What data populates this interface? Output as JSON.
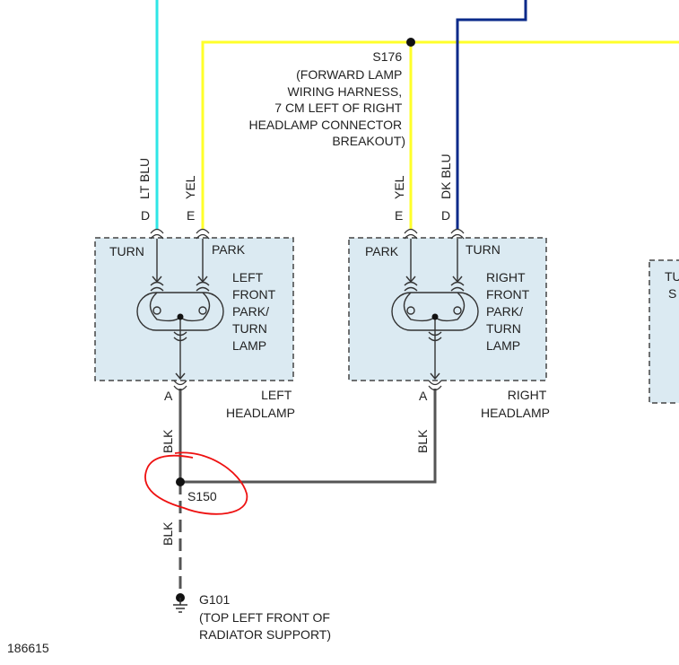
{
  "colors": {
    "lt_blu": "#2ee6e6",
    "yel": "#ffff2a",
    "dk_blu": "#0a2a8a",
    "blk": "#555555",
    "box_fill": "#dbeaf2",
    "box_border": "#444444",
    "annotation": "#ee1111"
  },
  "splice_s176": {
    "id": "S176",
    "desc": [
      "(FORWARD LAMP",
      "WIRING HARNESS,",
      "7 CM LEFT OF RIGHT",
      "HEADLAMP CONNECTOR",
      "BREAKOUT)"
    ]
  },
  "left_lamp": {
    "wire1_color": "LT BLU",
    "wire1_pin": "D",
    "wire2_color": "YEL",
    "wire2_pin": "E",
    "turn_label": "TURN",
    "park_label": "PARK",
    "name_lines": [
      "LEFT",
      "FRONT",
      "PARK/",
      "TURN",
      "LAMP"
    ],
    "ground_pin": "A",
    "connector_lines": [
      "LEFT",
      "HEADLAMP"
    ]
  },
  "right_lamp": {
    "wire1_color": "YEL",
    "wire1_pin": "E",
    "wire2_color": "DK BLU",
    "wire2_pin": "D",
    "park_label": "PARK",
    "turn_label": "TURN",
    "name_lines": [
      "RIGHT",
      "FRONT",
      "PARK/",
      "TURN",
      "LAMP"
    ],
    "ground_pin": "A",
    "connector_lines": [
      "RIGHT",
      "HEADLAMP"
    ],
    "ground_wire_color": "BLK"
  },
  "splice_s150": {
    "id": "S150",
    "wire_above": "BLK",
    "wire_below": "BLK"
  },
  "ground_g101": {
    "id": "G101",
    "desc": [
      "(TOP LEFT FRONT OF",
      "RADIATOR SUPPORT)"
    ]
  },
  "edge_box": {
    "lines": [
      "TU",
      "S"
    ]
  },
  "figure_number": "186615"
}
